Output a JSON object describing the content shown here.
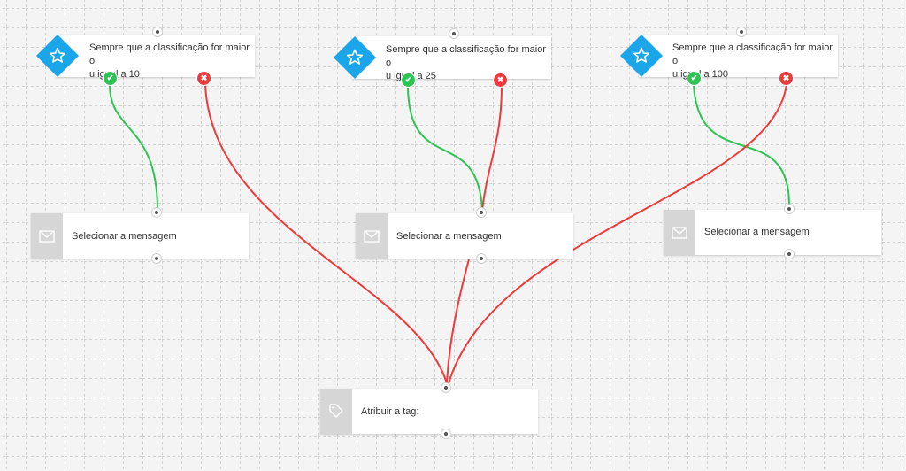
{
  "canvas": {
    "colors": {
      "background": "#f3f3f3",
      "grid": "#d4d4d4",
      "condition_icon": "#1aa6e8",
      "yes_link": "#2ec454",
      "no_link": "#ee3a3a",
      "action_side": "#d6d6d6"
    }
  },
  "conditions": [
    {
      "line1": "Sempre que a classificação for maior o",
      "line2": "u igual a 10",
      "icon": "star-icon"
    },
    {
      "line1": "Sempre que a classificação for maior o",
      "line2": "u igual a 25",
      "icon": "star-icon"
    },
    {
      "line1": "Sempre que a classificação for maior o",
      "line2": "u igual a 100",
      "icon": "star-icon"
    }
  ],
  "badges": {
    "yes": "✔",
    "no": "✖"
  },
  "actions": [
    {
      "label": "Selecionar a mensagem",
      "icon": "envelope-icon"
    },
    {
      "label": "Selecionar a mensagem",
      "icon": "envelope-icon"
    },
    {
      "label": "Selecionar a mensagem",
      "icon": "envelope-icon"
    }
  ],
  "tag_action": {
    "label": "Atribuir a tag:",
    "icon": "tag-icon"
  }
}
